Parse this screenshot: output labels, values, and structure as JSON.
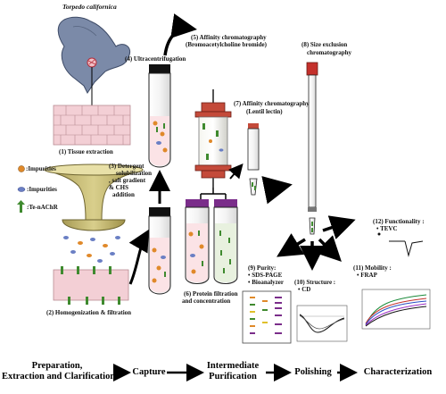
{
  "organism": "Torpedo californica",
  "steps": {
    "tissue": "(1) Tissue extraction",
    "homogenization": "(2) Homogenization & filtration",
    "detergent": [
      "(3) Detergent",
      "solubilization",
      ", salt gradient",
      "& CHS",
      "addition"
    ],
    "ultracentrifugation": "(4) Ultracentrifugation",
    "affinity1": [
      "(5) Affinity chromatography",
      "(Bromoacetylcholine bromide)"
    ],
    "filtration": [
      "(6) Protein filtration",
      "and concentration"
    ],
    "affinity2": [
      "(7) Affinity chromatography",
      "(Lentil lectin)"
    ],
    "size_exclusion": [
      "(8) Size exclusion",
      "chromatography"
    ],
    "purity": [
      "(9) Purity:",
      "SDS-PAGE",
      "Bioanalyzer"
    ],
    "structure": [
      "(10) Structure :",
      "CD"
    ],
    "mobility": [
      "(11) Mobility :",
      "FRAP"
    ],
    "functionality": [
      "(12) Functionality :",
      "TEVC"
    ]
  },
  "legend": [
    {
      "label": ":Impurities",
      "color": "#e0892a"
    },
    {
      "label": ":Impurities",
      "color": "#6a7fc4"
    },
    {
      "label": ":Te-nAChR",
      "color": "#3f8a2f"
    }
  ],
  "stages": [
    [
      "Preparation,",
      "Extraction and Clarification"
    ],
    [
      "Capture"
    ],
    [
      "Intermediate",
      "Purification"
    ],
    [
      "Polishing"
    ],
    [
      "Characterization"
    ]
  ]
}
